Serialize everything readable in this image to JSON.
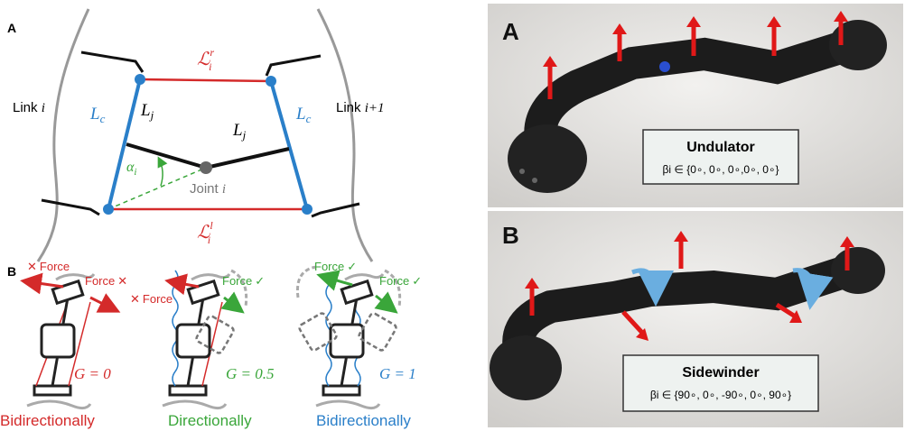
{
  "left_figure": {
    "panel_a_label": "A",
    "link_left": "Link",
    "link_left_var": "i",
    "link_right": "Link",
    "link_right_var": "i+1",
    "Lc_left": "L",
    "Lc_right": "L",
    "Lc_sub": "c",
    "Lj_upper": "L",
    "Lj_lower": "L",
    "Lj_sub": "j",
    "Lr": "ℒ",
    "Lr_sub": "i",
    "Lr_sup": "r",
    "Ll": "ℒ",
    "Ll_sub": "i",
    "Ll_sup": "l",
    "alpha": "α",
    "alpha_sub": "i",
    "joint_label": "Joint",
    "joint_var": "i",
    "panel_b_label": "B",
    "force": "Force",
    "cross": "✕",
    "check": "✓",
    "g0": "G = 0",
    "g05": "G = 0.5",
    "g1": "G = 1",
    "caption_left": "Bidirectionally",
    "caption_mid": "Directionally",
    "caption_right": "Bidirectionally",
    "colors": {
      "red": "#d42a2a",
      "blue": "#2a7fc9",
      "green": "#3aa63a",
      "gray": "#888888"
    }
  },
  "right_figure": {
    "panel_a_label": "A",
    "panel_b_label": "B",
    "box_a_title": "Undulator",
    "box_a_params": "βi ∈ {0∘, 0∘, 0∘,0∘, 0∘}",
    "box_b_title": "Sidewinder",
    "box_b_params": "βi ∈ {90∘, 0∘, -90∘, 0∘, 90∘}"
  }
}
